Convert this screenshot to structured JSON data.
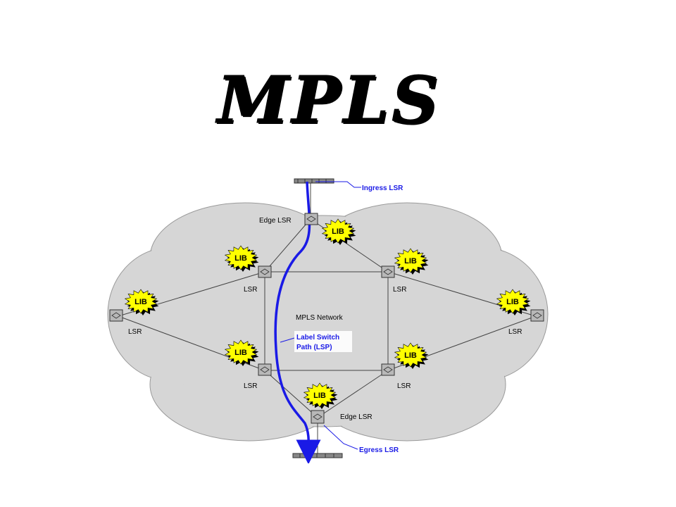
{
  "slide": {
    "title": "MPLS"
  },
  "diagram": {
    "network_label": "MPLS Network",
    "lsp_label_line1": "Label Switch",
    "lsp_label_line2": "Path (LSP)",
    "ingress_label": "Ingress LSR",
    "egress_label": "Egress LSR",
    "edge_lsr_top": "Edge LSR",
    "edge_lsr_bottom": "Edge LSR",
    "lsr_label": "LSR",
    "lib_label": "LIB",
    "colors": {
      "cloud": "#d6d6d6",
      "background": "#ffffff",
      "lsp_arrow": "#1a1ae6",
      "callout_text": "#1a1ae6",
      "lib_badge": "#ffff00"
    }
  }
}
